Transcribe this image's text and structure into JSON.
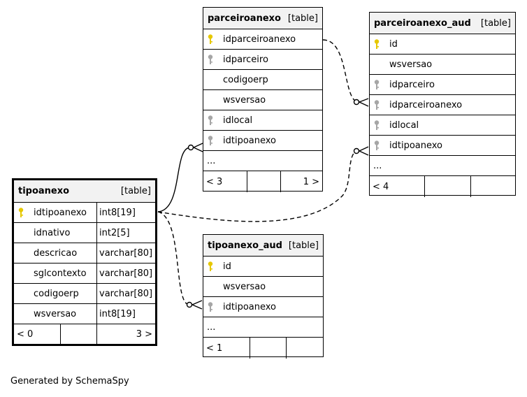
{
  "tables": {
    "parceiroanexo": {
      "name": "parceiroanexo",
      "type": "[table]",
      "columns": [
        {
          "name": "idparceiroanexo",
          "key": "primary-key-icon"
        },
        {
          "name": "idparceiro",
          "key": "foreign-key-icon"
        },
        {
          "name": "codigoerp",
          "key": ""
        },
        {
          "name": "wsversao",
          "key": ""
        },
        {
          "name": "idlocal",
          "key": "foreign-key-icon"
        },
        {
          "name": "idtipoanexo",
          "key": "foreign-key-icon"
        }
      ],
      "more": "...",
      "parents": "< 3",
      "children": "1 >"
    },
    "parceiroanexo_aud": {
      "name": "parceiroanexo_aud",
      "type": "[table]",
      "columns": [
        {
          "name": "id",
          "key": "primary-key-icon"
        },
        {
          "name": "wsversao",
          "key": ""
        },
        {
          "name": "idparceiro",
          "key": "foreign-key-icon"
        },
        {
          "name": "idparceiroanexo",
          "key": "foreign-key-icon"
        },
        {
          "name": "idlocal",
          "key": "foreign-key-icon"
        },
        {
          "name": "idtipoanexo",
          "key": "foreign-key-icon"
        }
      ],
      "more": "...",
      "parents": "< 4",
      "children": ""
    },
    "tipoanexo": {
      "name": "tipoanexo",
      "type": "[table]",
      "columns": [
        {
          "name": "idtipoanexo",
          "key": "primary-key-icon",
          "type": "int8[19]"
        },
        {
          "name": "idnativo",
          "key": "",
          "type": "int2[5]"
        },
        {
          "name": "descricao",
          "key": "",
          "type": "varchar[80]"
        },
        {
          "name": "sglcontexto",
          "key": "",
          "type": "varchar[80]"
        },
        {
          "name": "codigoerp",
          "key": "",
          "type": "varchar[80]"
        },
        {
          "name": "wsversao",
          "key": "",
          "type": "int8[19]"
        }
      ],
      "parents": "< 0",
      "children": "3 >"
    },
    "tipoanexo_aud": {
      "name": "tipoanexo_aud",
      "type": "[table]",
      "columns": [
        {
          "name": "id",
          "key": "primary-key-icon"
        },
        {
          "name": "wsversao",
          "key": ""
        },
        {
          "name": "idtipoanexo",
          "key": "foreign-key-icon"
        }
      ],
      "more": "...",
      "parents": "< 1",
      "children": ""
    }
  },
  "colors": {
    "primary_key": "#e6c800",
    "foreign_key": "#a6a6a6",
    "header_bg": "#f2f2f2"
  },
  "footer": {
    "generated_by": "Generated by SchemaSpy"
  }
}
